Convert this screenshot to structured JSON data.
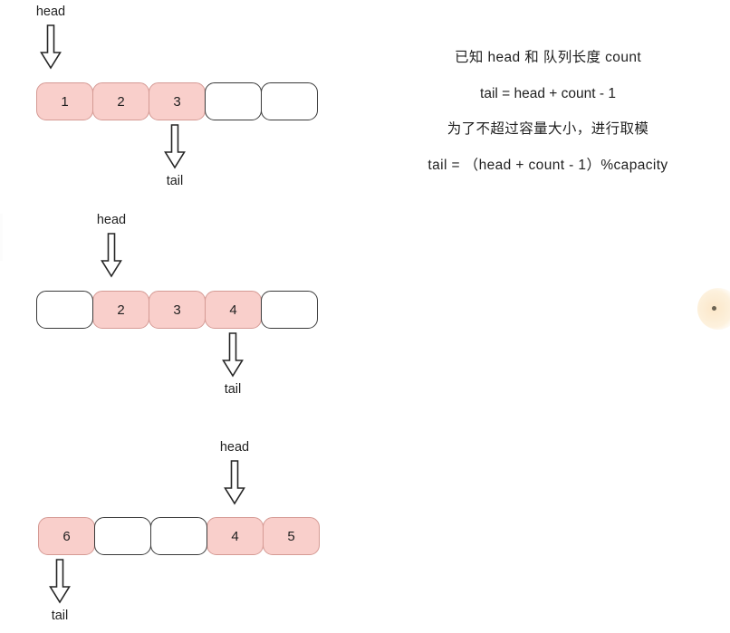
{
  "diagram": {
    "title": "circular-queue-head-tail-modulo",
    "colors": {
      "filled_fill": "#f9cfcb",
      "filled_border": "#d59a94",
      "empty_fill": "#ffffff",
      "empty_border": "#3a3a3a",
      "text": "#1f1f1f",
      "background": "#ffffff"
    },
    "rows": [
      {
        "id": "row-1",
        "cells": [
          {
            "value": "1",
            "filled": true
          },
          {
            "value": "2",
            "filled": true
          },
          {
            "value": "3",
            "filled": true
          },
          {
            "value": "",
            "filled": false
          },
          {
            "value": "",
            "filled": false
          }
        ],
        "head_label": "head",
        "head_index": 0,
        "tail_label": "tail",
        "tail_index": 2
      },
      {
        "id": "row-2",
        "cells": [
          {
            "value": "",
            "filled": false
          },
          {
            "value": "2",
            "filled": true
          },
          {
            "value": "3",
            "filled": true
          },
          {
            "value": "4",
            "filled": true
          },
          {
            "value": "",
            "filled": false
          }
        ],
        "head_label": "head",
        "head_index": 1,
        "tail_label": "tail",
        "tail_index": 3
      },
      {
        "id": "row-3",
        "cells": [
          {
            "value": "6",
            "filled": true
          },
          {
            "value": "",
            "filled": false
          },
          {
            "value": "",
            "filled": false
          },
          {
            "value": "4",
            "filled": true
          },
          {
            "value": "5",
            "filled": true
          }
        ],
        "head_label": "head",
        "head_index": 3,
        "tail_label": "tail",
        "tail_index": 0
      }
    ]
  },
  "explanation": {
    "lines": [
      "已知 head 和  队列长度 count",
      "tail = head + count - 1",
      "为了不超过容量大小，进行取模",
      "tail =  （head + count - 1）%capacity"
    ]
  },
  "icons": {
    "head_arrow": "arrow-down-hollow",
    "tail_arrow": "arrow-down-hollow"
  }
}
